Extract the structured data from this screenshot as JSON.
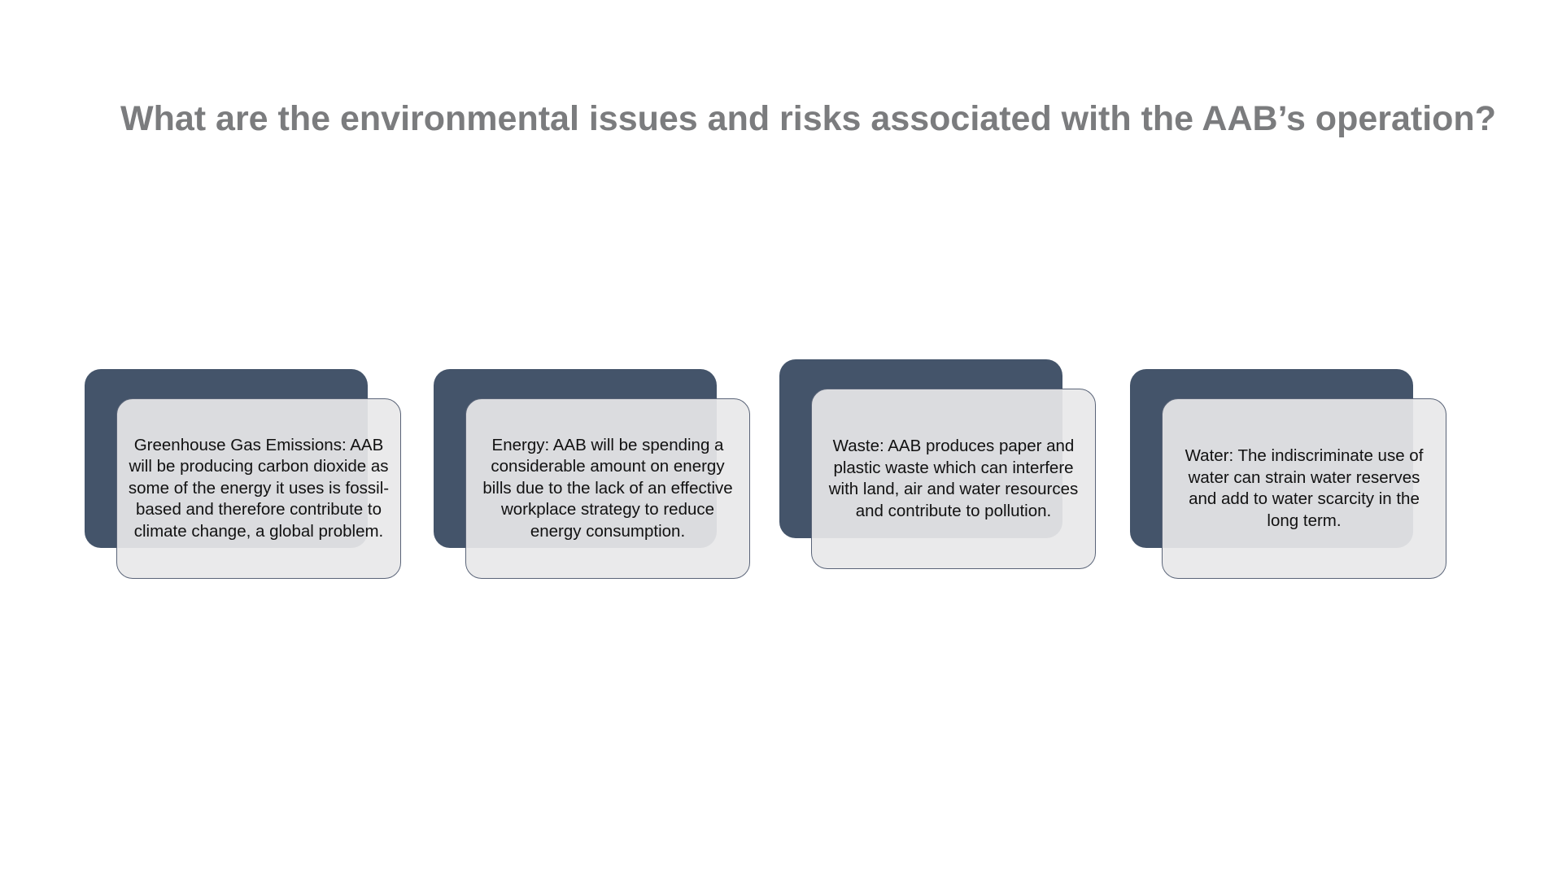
{
  "slide": {
    "title": "What are the environmental issues and risks associated with the AAB’s operation?"
  },
  "cards": [
    {
      "text": "Greenhouse Gas Emissions: AAB will be producing carbon dioxide as some of the energy it uses is fossil-based and therefore contribute to climate change, a global problem."
    },
    {
      "text": "Energy:  AAB will be spending a considerable amount on energy bills due to the lack of an effective workplace strategy to reduce energy consumption."
    },
    {
      "text": "Waste:  AAB produces paper and plastic waste which can interfere with land, air and water resources and contribute to pollution."
    },
    {
      "text": "Water:  The indiscriminate use of water can strain water reserves and add to water scarcity in the long term."
    }
  ],
  "colors": {
    "title": "#7b7c7e",
    "card_back": "#44546a",
    "card_front": "#e8e8e9",
    "card_border": "#5a6478"
  }
}
